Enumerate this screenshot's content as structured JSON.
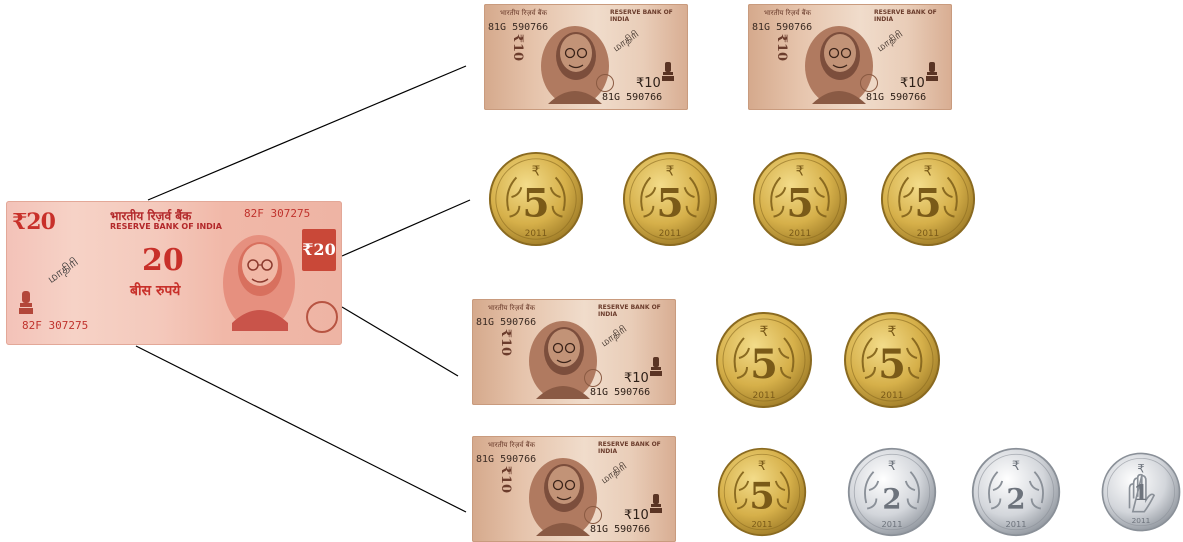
{
  "note20": {
    "corner_denom": "₹20",
    "hindi_title": "भारतीय रिज़र्व बैंक",
    "bank_name": "RESERVE BANK OF INDIA",
    "serial_top": "82F 307275",
    "denomination": "20",
    "words": "बीस रुपये",
    "serial_bottom": "82F 307275",
    "tamil": "மாதிரி",
    "side_denom": "₹20"
  },
  "note10": {
    "serial": "81G 590766",
    "hindi_title": "भारतीय रिज़र्व बैंक",
    "bank_name": "RESERVE BANK OF INDIA",
    "denom": "₹10",
    "serial_bottom": "81G 590766",
    "tamil": "மாதிரி",
    "vertical_denom": "₹10"
  },
  "coins": {
    "five": {
      "symbol": "₹",
      "value": "5",
      "year": "2011"
    },
    "two": {
      "symbol": "₹",
      "value": "2",
      "year": "2011"
    },
    "one": {
      "symbol": "₹",
      "value": "1",
      "year": "2011"
    }
  },
  "colors": {
    "note20_red": "#c8302a",
    "note10_brown": "#d5a98c",
    "gold": "#d6b04a",
    "silver": "#d3d6db",
    "line": "#000000"
  }
}
